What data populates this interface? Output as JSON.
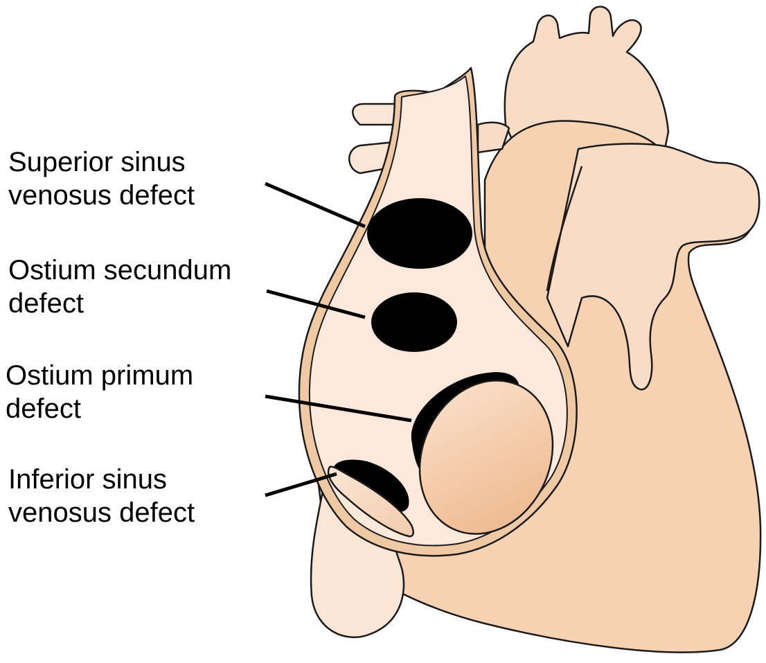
{
  "labels": {
    "superior_sinus_venosus": {
      "line1": "Superior sinus",
      "line2": "venosus defect"
    },
    "ostium_secundum": {
      "line1": "Ostium secundum",
      "line2": "defect"
    },
    "ostium_primum": {
      "line1": "Ostium primum",
      "line2": "defect"
    },
    "inferior_sinus_venosus": {
      "line1": "Inferior sinus",
      "line2": "venosus defect"
    }
  },
  "colors": {
    "tissue_light": "#fbe6d6",
    "tissue_mid": "#f6d2b3",
    "tissue_dark": "#efbf98",
    "atrium_fill": "#fde9dc",
    "defect": "#000000",
    "outline": "#1a1a1a",
    "leader_line": "#000000"
  }
}
